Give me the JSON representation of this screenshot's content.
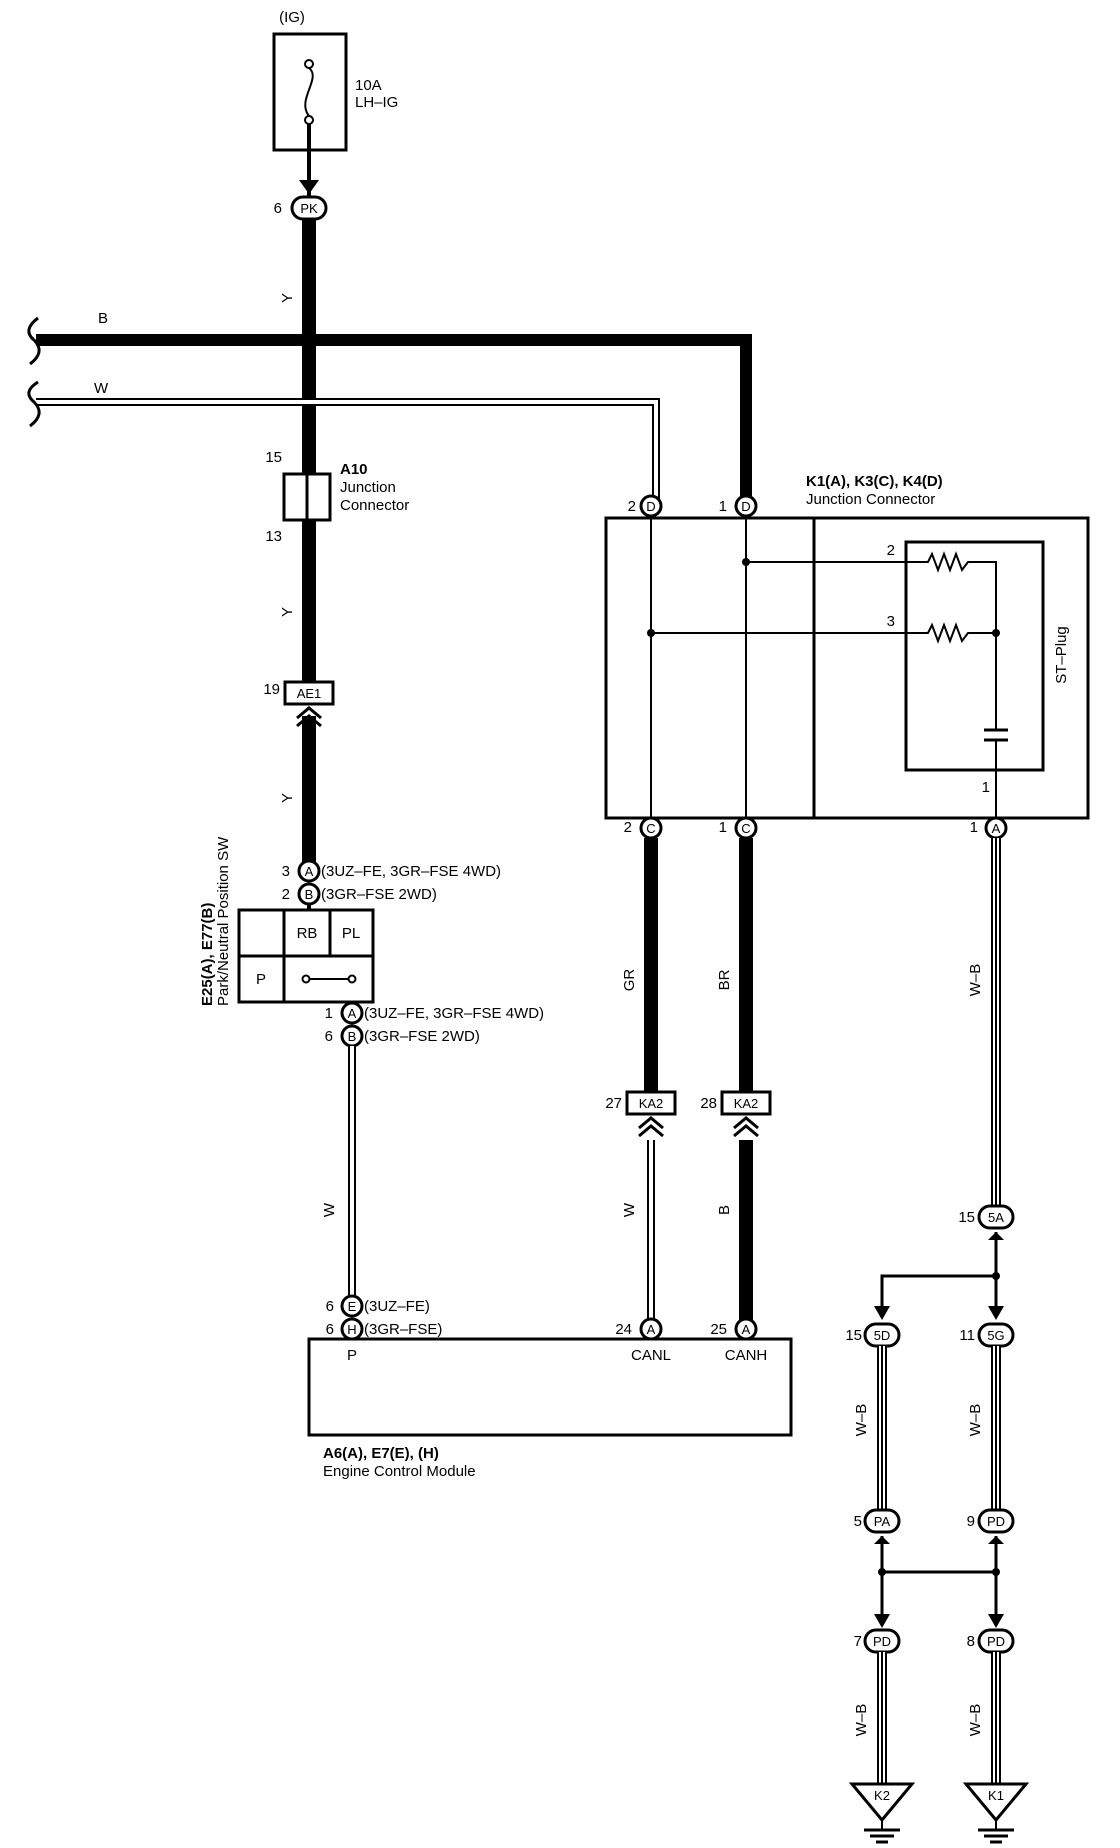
{
  "fuse": {
    "header": "(IG)",
    "rating": "10A",
    "name": "LH–IG"
  },
  "wire_colors": {
    "y_top": "Y",
    "b_bus": "B",
    "w_bus": "W",
    "y_mid": "Y",
    "y_low": "Y",
    "w_psw": "W",
    "gr": "GR",
    "br": "BR",
    "w_canl": "W",
    "b_canh": "B",
    "wb_main": "W–B",
    "wb_5d": "W–B",
    "wb_5g": "W–B",
    "wb_k2": "W–B",
    "wb_k1": "W–B"
  },
  "connectors": {
    "pk": {
      "code": "PK",
      "pin": "6"
    },
    "a10": {
      "pin_top": "15",
      "pin_bottom": "13",
      "name": "A10",
      "line1": "Junction",
      "line2": "Connector"
    },
    "ae1": {
      "code": "AE1",
      "pin": "19"
    },
    "ka2_l": {
      "code": "KA2",
      "pin": "27"
    },
    "ka2_r": {
      "code": "KA2",
      "pin": "28"
    },
    "c5a": {
      "code": "5A",
      "pin": "15"
    },
    "c5d": {
      "code": "5D",
      "pin": "15"
    },
    "c5g": {
      "code": "5G",
      "pin": "11"
    },
    "pa": {
      "code": "PA",
      "pin": "5"
    },
    "pd9": {
      "code": "PD",
      "pin": "9"
    },
    "pd7": {
      "code": "PD",
      "pin": "7"
    },
    "pd8": {
      "code": "PD",
      "pin": "8"
    }
  },
  "junction_connector": {
    "title": "K1(A), K3(C), K4(D)",
    "subtitle": "Junction Connector",
    "top_left": {
      "pin": "2",
      "code": "D"
    },
    "top_right": {
      "pin": "1",
      "code": "D"
    },
    "bot_left": {
      "pin": "2",
      "code": "C"
    },
    "bot_mid": {
      "pin": "1",
      "code": "C"
    },
    "bot_right": {
      "pin": "1",
      "code": "A"
    },
    "st_plug": "ST–Plug",
    "res_pin_2": "2",
    "res_pin_3": "3",
    "cap_pin_1": "1"
  },
  "park_switch": {
    "title": "E25(A), E77(B)",
    "subtitle": "Park/Neutral Position SW",
    "pin_top_a": {
      "pin": "3",
      "code": "A",
      "note": "(3UZ–FE,  3GR–FSE 4WD)"
    },
    "pin_top_b": {
      "pin": "2",
      "code": "B",
      "note": "(3GR–FSE 2WD)"
    },
    "pin_bot_a": {
      "pin": "1",
      "code": "A",
      "note": "(3UZ–FE,  3GR–FSE 4WD)"
    },
    "pin_bot_b": {
      "pin": "6",
      "code": "B",
      "note": "(3GR–FSE 2WD)"
    },
    "cells": {
      "rb": "RB",
      "pl": "PL",
      "p": "P"
    }
  },
  "ecm": {
    "title": "A6(A), E7(E), (H)",
    "subtitle": "Engine Control Module",
    "pin_e": {
      "pin": "6",
      "code": "E",
      "note": "(3UZ–FE)"
    },
    "pin_h": {
      "pin": "6",
      "code": "H",
      "note": "(3GR–FSE)"
    },
    "canl": {
      "pin": "24",
      "code": "A",
      "label": "CANL"
    },
    "canh": {
      "pin": "25",
      "code": "A",
      "label": "CANH"
    },
    "p_label": "P"
  },
  "grounds": {
    "k2": "K2",
    "k1": "K1"
  }
}
